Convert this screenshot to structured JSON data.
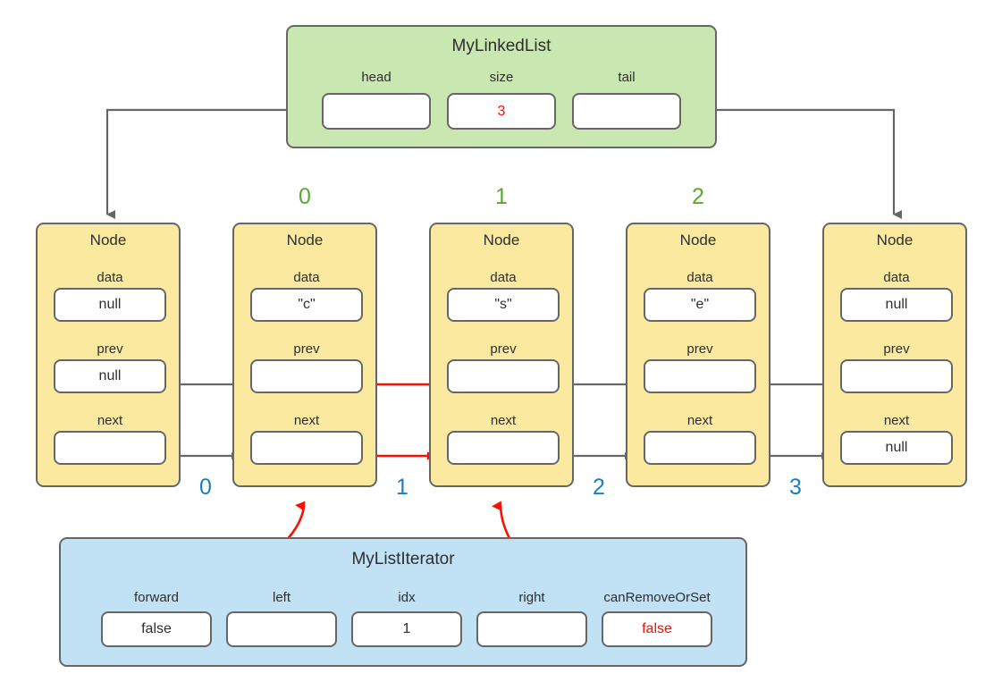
{
  "diagram": {
    "title_hidden": "MyLinkedList with MyListIterator state diagram",
    "colors": {
      "list_fill": "#c9e7b0",
      "node_fill": "#fce9a0",
      "iterator_fill": "#c1e1f4",
      "stroke": "#666666",
      "highlight_red": "#fa0f00",
      "index_green": "#5aa832",
      "index_blue": "#1a7fc1"
    }
  },
  "linked_list": {
    "title": "MyLinkedList",
    "fields": [
      {
        "label": "head",
        "value": ""
      },
      {
        "label": "size",
        "value": "3"
      },
      {
        "label": "tail",
        "value": ""
      }
    ]
  },
  "nodes": [
    {
      "title": "Node",
      "data_label": "data",
      "data_value": "null",
      "prev_label": "prev",
      "prev_value": "null",
      "next_label": "next",
      "next_value": ""
    },
    {
      "title": "Node",
      "data_label": "data",
      "data_value": "\"c\"",
      "prev_label": "prev",
      "prev_value": "",
      "next_label": "next",
      "next_value": ""
    },
    {
      "title": "Node",
      "data_label": "data",
      "data_value": "\"s\"",
      "prev_label": "prev",
      "prev_value": "",
      "next_label": "next",
      "next_value": ""
    },
    {
      "title": "Node",
      "data_label": "data",
      "data_value": "\"e\"",
      "prev_label": "prev",
      "prev_value": "",
      "next_label": "next",
      "next_value": ""
    },
    {
      "title": "Node",
      "data_label": "data",
      "data_value": "null",
      "prev_label": "prev",
      "prev_value": "",
      "next_label": "next",
      "next_value": "null"
    }
  ],
  "element_indices": [
    "0",
    "1",
    "2"
  ],
  "iterator_positions": [
    "0",
    "1",
    "2",
    "3"
  ],
  "iterator": {
    "title": "MyListIterator",
    "fields": [
      {
        "label": "forward",
        "value": "false",
        "red": false
      },
      {
        "label": "left",
        "value": "",
        "red": false
      },
      {
        "label": "idx",
        "value": "1",
        "red": false
      },
      {
        "label": "right",
        "value": "",
        "red": false
      },
      {
        "label": "canRemoveOrSet",
        "value": "false",
        "red": true
      }
    ]
  }
}
